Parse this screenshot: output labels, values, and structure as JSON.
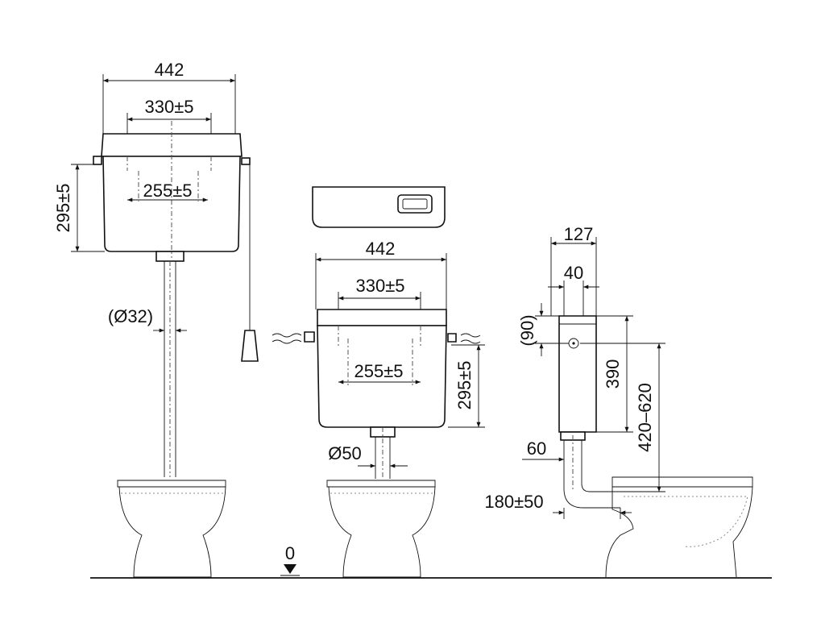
{
  "high_cistern": {
    "width": "442",
    "hole_spacing": "330±5",
    "inner_spacing": "255±5",
    "height": "295±5",
    "pipe_diameter": "(Ø32)"
  },
  "low_cistern": {
    "width": "442",
    "hole_spacing": "330±5",
    "inner_spacing": "255±5",
    "height": "295±5",
    "pipe_diameter": "Ø50"
  },
  "concealed_cistern": {
    "depth": "127",
    "button_offset": "40",
    "button_height": "(90)",
    "height": "390",
    "mount_range": "420–620",
    "pipe_offset": "60",
    "pipe_reach": "180±50"
  },
  "floor_level": "0"
}
